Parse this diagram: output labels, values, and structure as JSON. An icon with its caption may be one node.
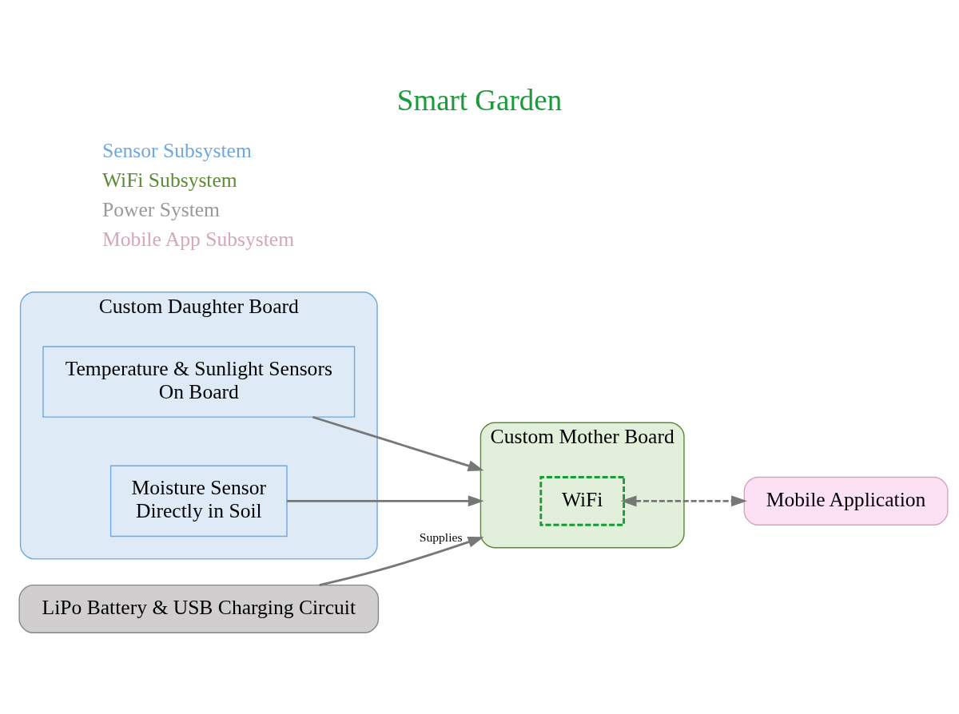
{
  "diagram": {
    "title": "Smart Garden",
    "nodes": [
      {
        "text": [
          "Custom Daughter Board"
        ]
      },
      {
        "text": [
          "Temperature & Sunlight Sensors",
          "On Board"
        ],
        "in": 0
      },
      {
        "text": [
          "Moisture Sensor",
          "Directly in Soil"
        ],
        "in": 0
      },
      {
        "text": [
          "Custom Mother Board"
        ]
      },
      {
        "text": [
          "WiFi"
        ],
        "in": 3
      },
      {
        "text": [
          "LiPo Battery & USB Charging Circuit"
        ]
      },
      {
        "text": [
          "Mobile Application"
        ]
      }
    ],
    "edges": [
      {
        "from": 1,
        "to": 3,
        "arrow": "to"
      },
      {
        "from": 2,
        "to": 3,
        "arrow": "to"
      },
      {
        "from": 5,
        "to": 3,
        "arrow": "to",
        "label": "Supplies"
      },
      {
        "from": 4,
        "to": 6,
        "arrow": "both",
        "style": "dashed"
      }
    ],
    "legend": [
      {
        "text": "Sensor Subsystem",
        "color": "#6fa8dc"
      },
      {
        "text": "WiFi Subsystem",
        "color": "#5b8c32"
      },
      {
        "text": "Power System",
        "color": "#999999"
      },
      {
        "text": "Mobile App Subsystem",
        "color": "#d5a6bd"
      }
    ]
  }
}
